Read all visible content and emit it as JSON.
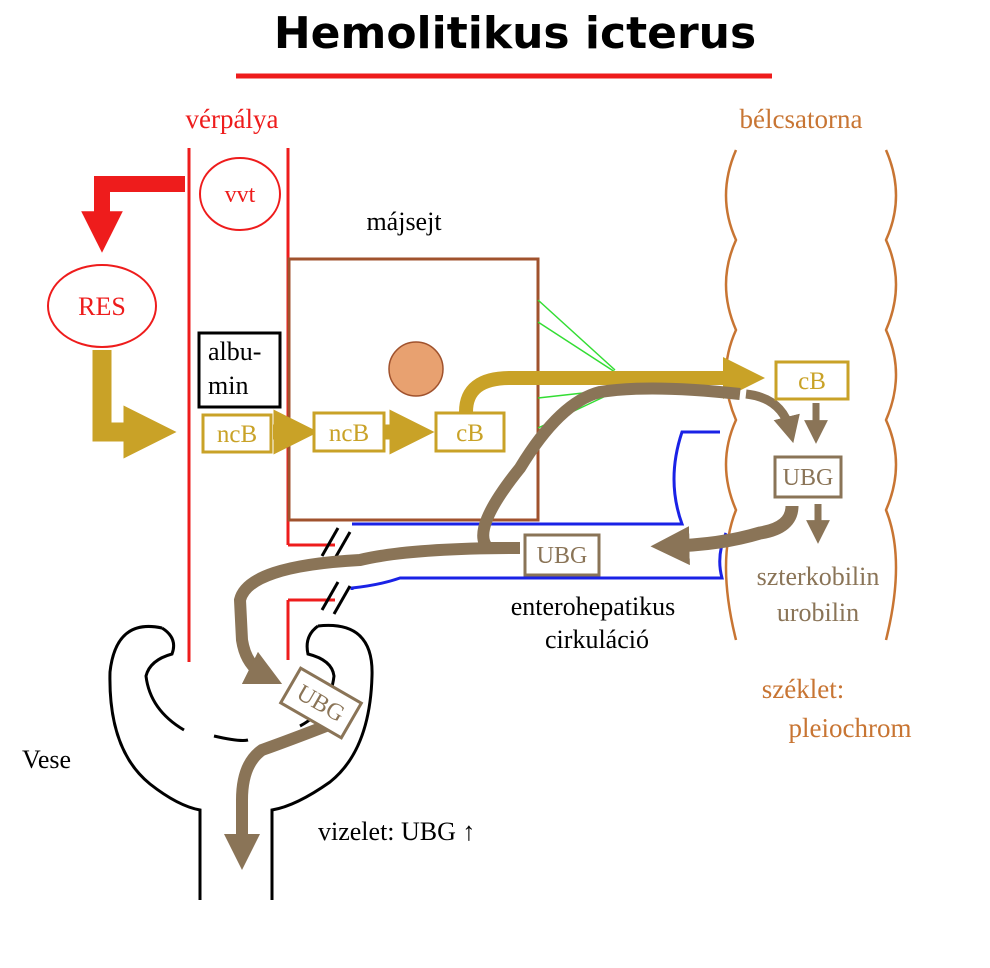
{
  "title": "Hemolitikus icterus",
  "labels": {
    "verpalya": "vérpálya",
    "belcsatorna": "bélcsatorna",
    "vvt": "vvt",
    "res": "RES",
    "majsejt": "májsejt",
    "albumin_line1": "albu-",
    "albumin_line2": "min",
    "ncb_blood": "ncB",
    "ncb_liver": "ncB",
    "cb_liver": "cB",
    "cb_gut": "cB",
    "ubg_gut": "UBG",
    "ubg_portal": "UBG",
    "ubg_kidney": "UBG",
    "szterkobilin": "szterkobilin",
    "urobilin": "urobilin",
    "enterohepatikus": "enterohepatikus",
    "cirkulacio": "cirkuláció",
    "szeklet": "széklet:",
    "pleiochrom": "pleiochrom",
    "vese": "Vese",
    "vizelet": "vizelet: UBG ↑"
  },
  "colors": {
    "red": "#ee1c1c",
    "gold": "#c9a227",
    "brown": "#8a7457",
    "liver_border": "#a0522d",
    "gut": "#c87533",
    "blue": "#1a22e6",
    "green": "#33dd33",
    "nucleus": "#e8a170"
  }
}
